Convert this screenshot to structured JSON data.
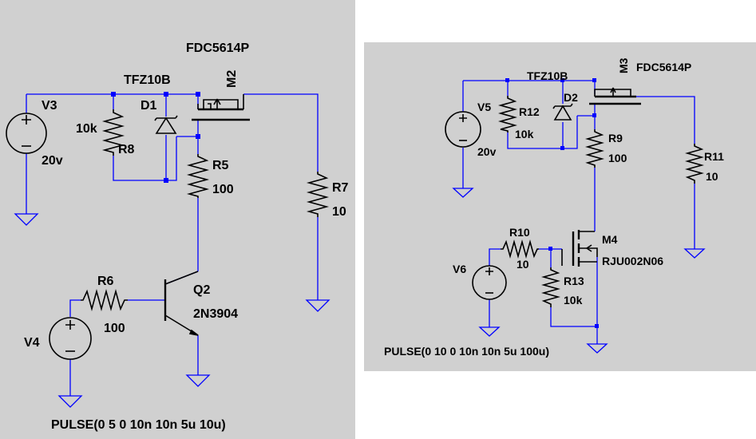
{
  "left": {
    "V3": {
      "name": "V3",
      "value": "20v"
    },
    "V4": {
      "name": "V4"
    },
    "R5": {
      "name": "R5",
      "value": "100"
    },
    "R6": {
      "name": "R6",
      "value": "100"
    },
    "R7": {
      "name": "R7",
      "value": "10"
    },
    "R8": {
      "name": "R8",
      "value": "10k"
    },
    "D1": {
      "name": "D1",
      "part": "TFZ10B"
    },
    "M2": {
      "name": "M2",
      "part": "FDC5614P"
    },
    "Q2": {
      "name": "Q2",
      "part": "2N3904"
    },
    "pulse": "PULSE(0 5 0 10n 10n 5u 10u)"
  },
  "right": {
    "V5": {
      "name": "V5",
      "value": "20v"
    },
    "V6": {
      "name": "V6"
    },
    "R9": {
      "name": "R9",
      "value": "100"
    },
    "R10": {
      "name": "R10",
      "value": "10"
    },
    "R11": {
      "name": "R11",
      "value": "10"
    },
    "R12": {
      "name": "R12",
      "value": "10k"
    },
    "R13": {
      "name": "R13",
      "value": "10k"
    },
    "D2": {
      "name": "D2",
      "part": "TFZ10B"
    },
    "M3": {
      "name": "M3",
      "part": "FDC5614P"
    },
    "M4": {
      "name": "M4",
      "part": "RJU002N06"
    },
    "pulse": "PULSE(0 10 0 10n 10n 5u 100u)"
  },
  "colors": {
    "wire": "#0000ff",
    "component": "#000000",
    "background": "#d0d0d0"
  }
}
